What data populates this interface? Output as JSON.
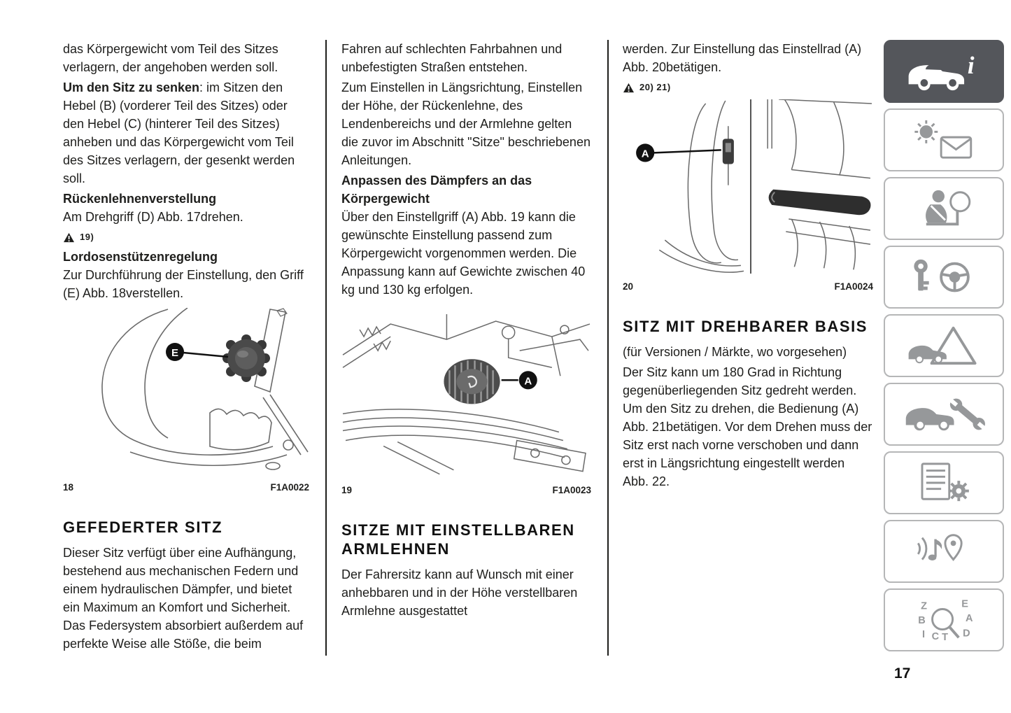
{
  "page_number": "17",
  "col1": {
    "p1": "das Körpergewicht vom Teil des Sitzes verlagern, der angehoben werden soll.",
    "p2_lead": "Um den Sitz zu senken",
    "p2_rest": ": im Sitzen den Hebel (B) (vorderer Teil des Sitzes) oder den Hebel (C) (hinterer Teil des Sitzes) anheben und das Körpergewicht vom Teil des Sitzes verlagern, der gesenkt werden soll.",
    "h_recline": "Rückenlehnenverstellung",
    "p3": "Am Drehgriff (D) Abb. 17drehen.",
    "warn_refs": "19)",
    "h_lumbar": "Lordosenstützenregelung",
    "p4": "Zur Durchführung der Einstellung, den Griff (E) Abb. 18verstellen.",
    "fig18_num": "18",
    "fig18_code": "F1A0022",
    "fig18_callout": "E",
    "h_suspension": "GEFEDERTER SITZ",
    "p5": "Dieser Sitz verfügt über eine Aufhängung, bestehend aus mechanischen Federn und einem hydraulischen Dämpfer, und bietet ein Maximum an Komfort und Sicherheit. Das Federsystem absorbiert außerdem auf perfekte Weise alle Stöße, die beim"
  },
  "col2": {
    "p1": "Fahren auf schlechten Fahrbahnen und unbefestigten Straßen entstehen.",
    "p2": "Zum Einstellen in Längsrichtung, Einstellen der Höhe, der Rückenlehne, des Lendenbereichs und der Armlehne gelten die zuvor im Abschnitt \"Sitze\" beschriebenen Anleitungen.",
    "h_damper": "Anpassen des Dämpfers an das Körpergewicht",
    "p3": "Über den Einstellgriff (A) Abb. 19 kann die gewünschte Einstellung passend zum Körpergewicht vorgenommen werden. Die Anpassung kann auf Gewichte zwischen 40 kg und 130 kg erfolgen.",
    "fig19_num": "19",
    "fig19_code": "F1A0023",
    "fig19_callout": "A",
    "h_armrest": "SITZE MIT EINSTELLBAREN ARMLEHNEN",
    "p4": "Der Fahrersitz kann auf Wunsch mit einer anhebbaren und in der Höhe verstellbaren Armlehne ausgestattet"
  },
  "col3": {
    "p1": "werden. Zur Einstellung das Einstellrad (A) Abb. 20betätigen.",
    "warn_refs": "20) 21)",
    "fig20_num": "20",
    "fig20_code": "F1A0024",
    "fig20_callout": "A",
    "h_swivel": "SITZ MIT DREHBARER BASIS",
    "p2": "(für Versionen / Märkte, wo vorgesehen)",
    "p3": "Der Sitz kann um 180 Grad in Richtung gegenüberliegenden Sitz gedreht werden. Um den Sitz zu drehen, die Bedienung (A) Abb. 21betätigen. Vor dem Drehen muss der Sitz erst nach vorne verschoben und dann erst in Längsrichtung eingestellt werden Abb. 22."
  },
  "sidebar": {
    "items": [
      {
        "icon": "vehicle-info-icon",
        "active": true
      },
      {
        "icon": "dashboard-messages-icon",
        "active": false
      },
      {
        "icon": "safety-icon",
        "active": false
      },
      {
        "icon": "starting-driving-icon",
        "active": false
      },
      {
        "icon": "emergency-icon",
        "active": false
      },
      {
        "icon": "maintenance-icon",
        "active": false
      },
      {
        "icon": "technical-data-icon",
        "active": false
      },
      {
        "icon": "multimedia-icon",
        "active": false
      },
      {
        "icon": "alphabetical-index-icon",
        "active": false
      }
    ]
  },
  "colors": {
    "text": "#1e1e1c",
    "sidebar_active_bg": "#54565b",
    "sidebar_icon": "#96989a",
    "sidebar_border": "#b5b6b7"
  }
}
